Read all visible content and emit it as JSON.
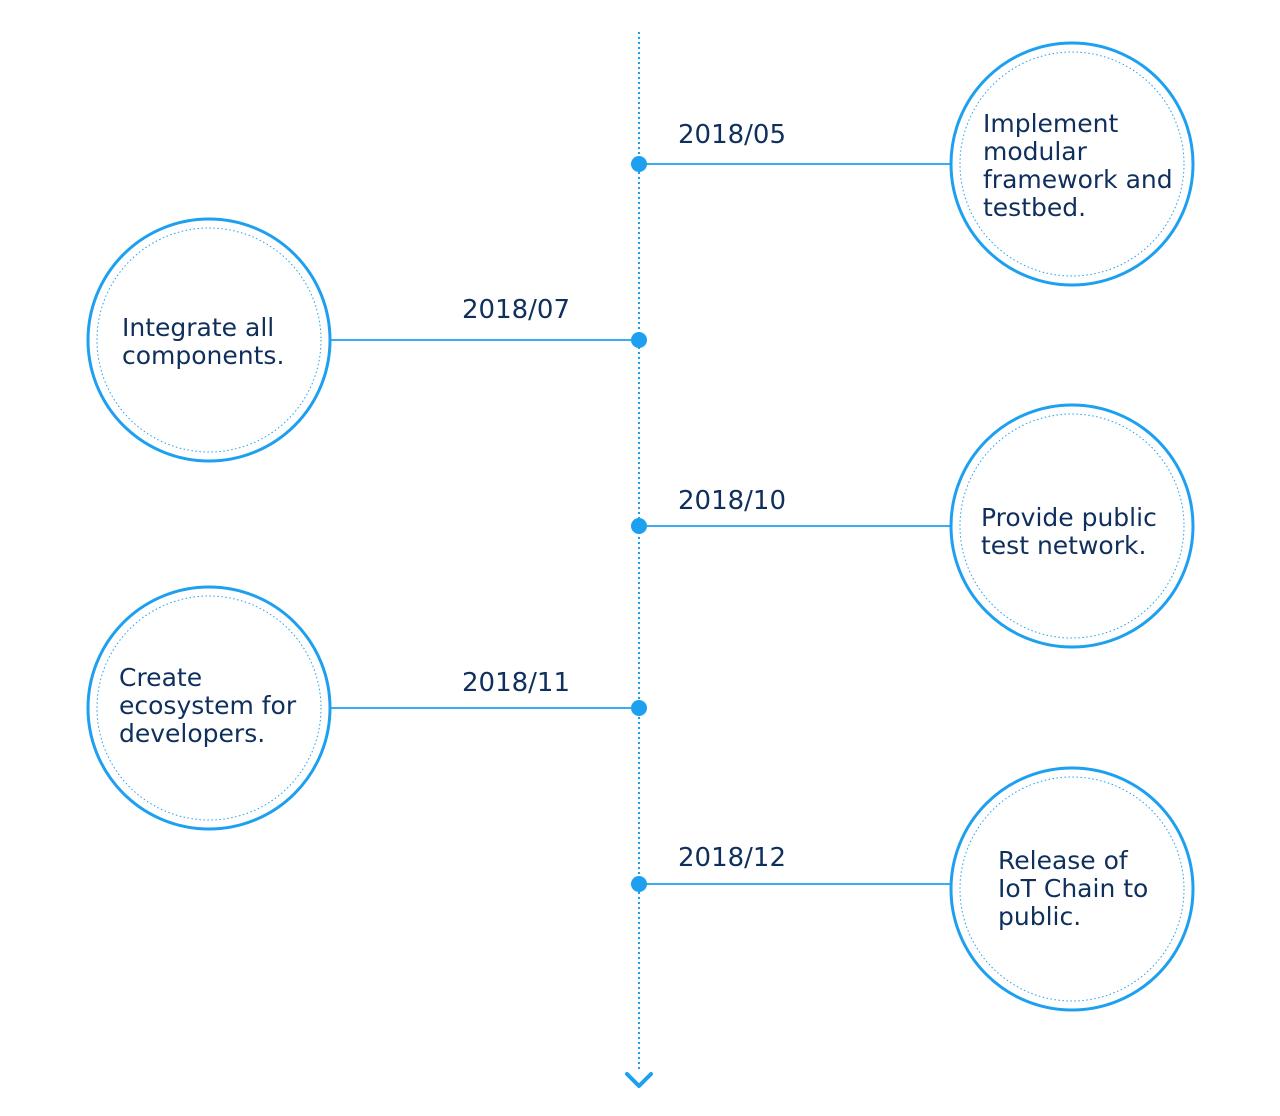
{
  "timeline": {
    "accent_color": "#1ea0f0",
    "text_color": "#0f2f5c",
    "end_marker_icon": "chevron-down-icon",
    "milestones": [
      {
        "date": "2018/05",
        "side": "right",
        "text": "Implement\nmodular\nframework and\ntestbed."
      },
      {
        "date": "2018/07",
        "side": "left",
        "text": "Integrate all\ncomponents."
      },
      {
        "date": "2018/10",
        "side": "right",
        "text": "Provide public\ntest network."
      },
      {
        "date": "2018/11",
        "side": "left",
        "text": "Create\necosystem for\ndevelopers."
      },
      {
        "date": "2018/12",
        "side": "right",
        "text": "Release of\nIoT Chain to\npublic."
      }
    ]
  }
}
